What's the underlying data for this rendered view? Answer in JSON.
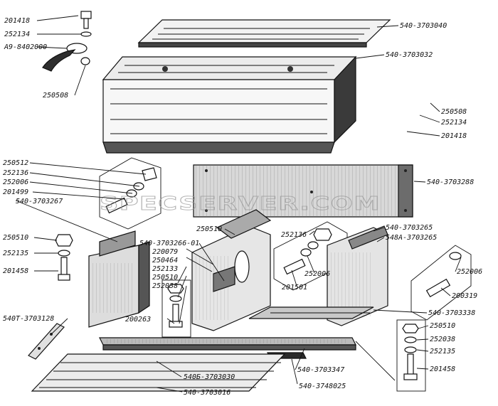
{
  "watermark": "SPECSERVER.COM",
  "callouts": [
    {
      "id": "c01",
      "text": "201418"
    },
    {
      "id": "c02",
      "text": "252134"
    },
    {
      "id": "c03",
      "text": "А9-8402000"
    },
    {
      "id": "c04",
      "text": "250508"
    },
    {
      "id": "c05",
      "text": "540-3703040"
    },
    {
      "id": "c06",
      "text": "540-3703032"
    },
    {
      "id": "c07",
      "text": "250508"
    },
    {
      "id": "c08",
      "text": "252134"
    },
    {
      "id": "c09",
      "text": "201418"
    },
    {
      "id": "c10",
      "text": "540-3703288"
    },
    {
      "id": "c11",
      "text": "250512"
    },
    {
      "id": "c12",
      "text": "252136"
    },
    {
      "id": "c13",
      "text": "252006"
    },
    {
      "id": "c14",
      "text": "201499"
    },
    {
      "id": "c15",
      "text": "540-3703267"
    },
    {
      "id": "c16",
      "text": "250510"
    },
    {
      "id": "c17",
      "text": "252135"
    },
    {
      "id": "c18",
      "text": "201458"
    },
    {
      "id": "c19",
      "text": "540Т-3703128"
    },
    {
      "id": "c20",
      "text": "540-3703266-01"
    },
    {
      "id": "c21",
      "text": "220079"
    },
    {
      "id": "c22",
      "text": "250464"
    },
    {
      "id": "c23",
      "text": "252133"
    },
    {
      "id": "c24",
      "text": "250510"
    },
    {
      "id": "c25",
      "text": "252038"
    },
    {
      "id": "c26",
      "text": "200263"
    },
    {
      "id": "c27",
      "text": "250510"
    },
    {
      "id": "c28",
      "text": "252136"
    },
    {
      "id": "c29",
      "text": "252006"
    },
    {
      "id": "c30",
      "text": "201501"
    },
    {
      "id": "c31",
      "text": "540-3703265"
    },
    {
      "id": "c32",
      "text": "548А-3703265"
    },
    {
      "id": "c33",
      "text": "252006"
    },
    {
      "id": "c34",
      "text": "200319"
    },
    {
      "id": "c35",
      "text": "540-3703338"
    },
    {
      "id": "c36",
      "text": "250510"
    },
    {
      "id": "c37",
      "text": "252038"
    },
    {
      "id": "c38",
      "text": "252135"
    },
    {
      "id": "c39",
      "text": "201458"
    },
    {
      "id": "c40",
      "text": "540-3703347"
    },
    {
      "id": "c41",
      "text": "540-3748025"
    },
    {
      "id": "c42",
      "text": "540Б-3703030"
    },
    {
      "id": "c43",
      "text": "540-3703016"
    }
  ]
}
